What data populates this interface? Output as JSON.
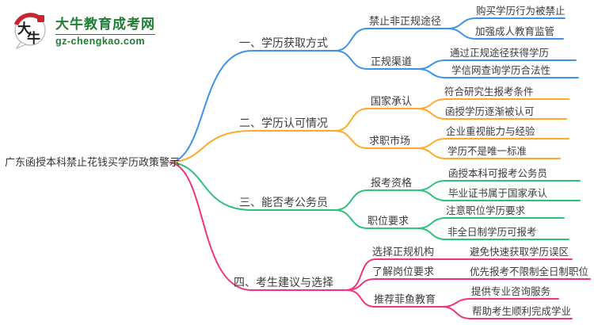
{
  "site": {
    "name": "大牛教育成考网",
    "domain": "gz-chengkao.com",
    "logo_chars_1": "大",
    "logo_chars_2": "牛",
    "brand_green": "#1E7E34",
    "seal_red": "#C9252C"
  },
  "mindmap": {
    "root": "广东函授本科禁止花钱买学历政策警示",
    "branches": [
      {
        "label": "一、学历获取方式",
        "color": "#3D93E8",
        "children": [
          {
            "label": "禁止非正规途径",
            "children": [
              {
                "label": "购买学历行为被禁止"
              },
              {
                "label": "加强成人教育监管"
              }
            ]
          },
          {
            "label": "正规渠道",
            "children": [
              {
                "label": "通过正规途径获得学历"
              },
              {
                "label": "学信网查询学历合法性"
              }
            ]
          }
        ]
      },
      {
        "label": "二、学历认可情况",
        "color": "#FFA928",
        "children": [
          {
            "label": "国家承认",
            "children": [
              {
                "label": "符合研究生报考条件"
              },
              {
                "label": "函授学历逐渐被认可"
              }
            ]
          },
          {
            "label": "求职市场",
            "children": [
              {
                "label": "企业重视能力与经验"
              },
              {
                "label": "学历不是唯一标准"
              }
            ]
          }
        ]
      },
      {
        "label": "三、能否考公务员",
        "color": "#2EC17E",
        "children": [
          {
            "label": "报考资格",
            "children": [
              {
                "label": "函授本科可报考公务员"
              },
              {
                "label": "毕业证书属于国家承认"
              }
            ]
          },
          {
            "label": "职位要求",
            "children": [
              {
                "label": "注意职位学历要求"
              },
              {
                "label": "非全日制学历可报考"
              }
            ]
          }
        ]
      },
      {
        "label": "四、考生建议与选择",
        "color": "#F2327E",
        "children": [
          {
            "label": "选择正规机构",
            "children": [
              {
                "label": "避免快速获取学历误区"
              }
            ]
          },
          {
            "label": "了解岗位要求",
            "children": [
              {
                "label": "优先报考不限制全日制职位"
              }
            ]
          },
          {
            "label": "推荐菲鱼教育",
            "children": [
              {
                "label": "提供专业咨询服务"
              },
              {
                "label": "帮助考生顺利完成学业"
              }
            ]
          }
        ]
      }
    ]
  }
}
